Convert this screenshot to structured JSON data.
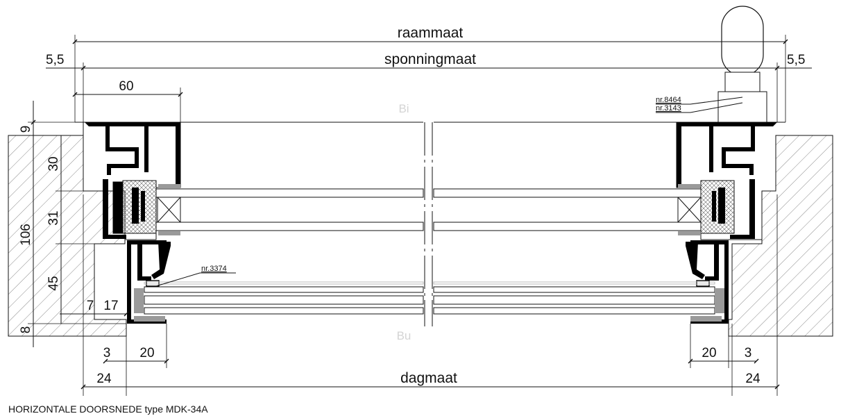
{
  "labels": {
    "raammaat": "raammaat",
    "sponningmaat": "sponningmaat",
    "dagmaat": "dagmaat",
    "inside": "Bi",
    "outside": "Bu",
    "caption": "HORIZONTALE DOORSNEDE type  MDK-34A"
  },
  "dimensions": {
    "top_left_offset": "5,5",
    "top_right_offset": "5,5",
    "profile_width": "60",
    "v_9": "9",
    "v_106": "106",
    "v_30": "30",
    "v_31": "31",
    "v_45": "45",
    "v_8": "8",
    "h_7": "7",
    "h_17": "17",
    "left_3": "3",
    "left_20": "20",
    "left_24": "24",
    "right_20": "20",
    "right_3": "3",
    "right_24": "24"
  },
  "parts": {
    "part_8464": "nr.8464",
    "part_3143": "nr.3143",
    "part_3374": "nr.3374"
  }
}
